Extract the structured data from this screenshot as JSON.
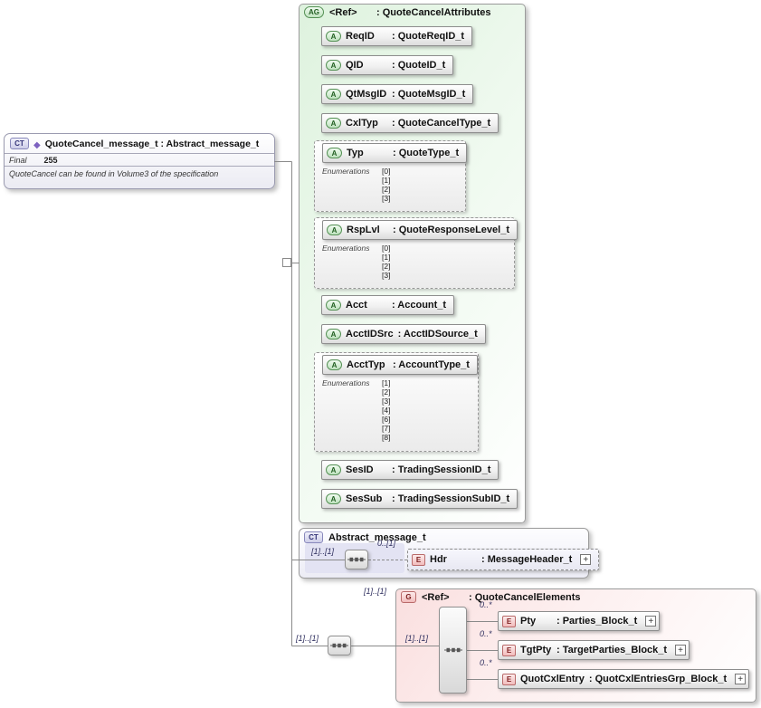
{
  "labels": {
    "enumerations": "Enumerations"
  },
  "main_type": {
    "badge": "CT",
    "title": "QuoteCancel_message_t : Abstract_message_t",
    "final_label": "Final",
    "final_value": "255",
    "annotation": "QuoteCancel can be found in Volume3 of the specification"
  },
  "attribute_group": {
    "badge": "AG",
    "ref_name": "<Ref>",
    "type": ": QuoteCancelAttributes",
    "attributes": [
      {
        "badge": "A",
        "name": "ReqID",
        "type": ": QuoteReqID_t"
      },
      {
        "badge": "A",
        "name": "QID",
        "type": ": QuoteID_t"
      },
      {
        "badge": "A",
        "name": "QtMsgID",
        "type": ": QuoteMsgID_t"
      },
      {
        "badge": "A",
        "name": "CxlTyp",
        "type": ": QuoteCancelType_t"
      },
      {
        "badge": "A",
        "name": "Typ",
        "type": ": QuoteType_t",
        "enumerations": [
          "[0]",
          "[1]",
          "[2]",
          "[3]"
        ]
      },
      {
        "badge": "A",
        "name": "RspLvl",
        "type": ": QuoteResponseLevel_t",
        "enumerations": [
          "[0]",
          "[1]",
          "[2]",
          "[3]"
        ]
      },
      {
        "badge": "A",
        "name": "Acct",
        "type": ": Account_t"
      },
      {
        "badge": "A",
        "name": "AcctIDSrc",
        "type": ": AcctIDSource_t"
      },
      {
        "badge": "A",
        "name": "AcctTyp",
        "type": ": AccountType_t",
        "enumerations": [
          "[1]",
          "[2]",
          "[3]",
          "[4]",
          "[6]",
          "[7]",
          "[8]"
        ]
      },
      {
        "badge": "A",
        "name": "SesID",
        "type": ": TradingSessionID_t"
      },
      {
        "badge": "A",
        "name": "SesSub",
        "type": ": TradingSessionSubID_t"
      }
    ]
  },
  "abstract_type": {
    "badge": "CT",
    "title": "Abstract_message_t",
    "occurrence": "[1]..[1]",
    "header_element": {
      "badge": "E",
      "name": "Hdr",
      "type": ": MessageHeader_t",
      "occurrence": "0..[1]",
      "expand": "+"
    }
  },
  "elements_group": {
    "badge": "G",
    "ref_name": "<Ref>",
    "type": ": QuoteCancelElements",
    "ref_occurrence": "[1]..[1]",
    "trunk_occurrence": "[1]..[1]",
    "inner_occurrence": "[1]..[1]",
    "elements": [
      {
        "badge": "E",
        "name": "Pty",
        "type": ": Parties_Block_t",
        "occurrence": "0..*",
        "expand": "+"
      },
      {
        "badge": "E",
        "name": "TgtPty",
        "type": ": TargetParties_Block_t",
        "occurrence": "0..*",
        "expand": "+"
      },
      {
        "badge": "E",
        "name": "QuotCxlEntry",
        "type": ": QuotCxlEntriesGrp_Block_t",
        "occurrence": "0..*",
        "expand": "+"
      }
    ]
  }
}
